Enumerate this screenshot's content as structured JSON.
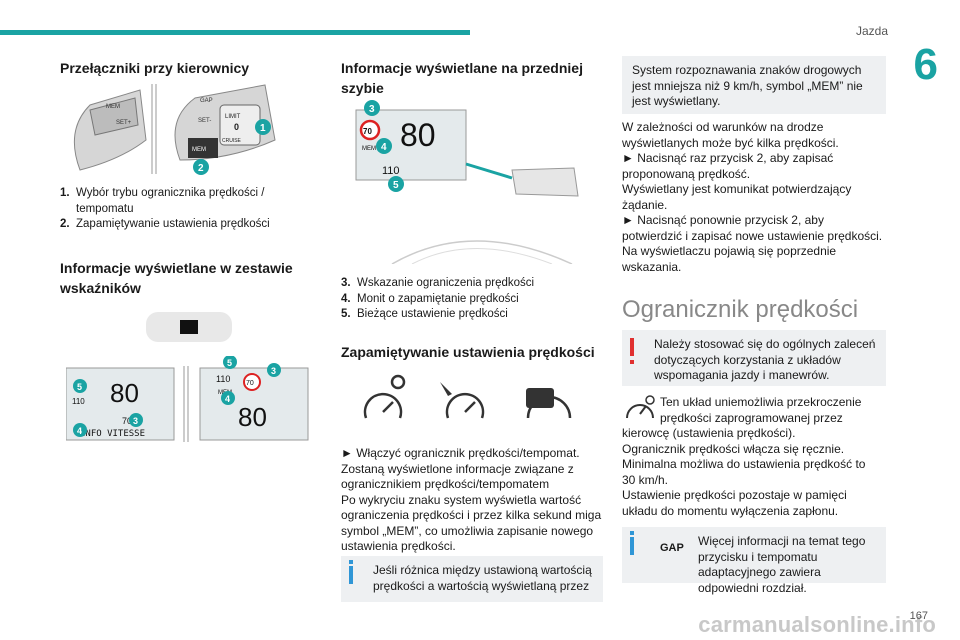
{
  "header": {
    "section": "Jazda",
    "chapter": "6",
    "page": "167"
  },
  "watermark": "carmanualsonline.info",
  "col1": {
    "h_switches": "Przełączniki przy kierownicy",
    "switch_labels": {
      "gap": "GAP",
      "mem": "MEM",
      "set_plus": "SET+",
      "set_minus": "SET-",
      "limit": "LIMIT",
      "cruise": "CRUISE",
      "zero": "0"
    },
    "items": [
      {
        "num": "1.",
        "text": "Wybór trybu ogranicznika prędkości / tempomatu"
      },
      {
        "num": "2.",
        "text": "Zapamiętywanie ustawienia prędkości"
      }
    ],
    "h_cluster": "Informacje wyświetlane w zestawie wskaźników",
    "lcd1": {
      "speed": "80",
      "set": "110",
      "small": "70",
      "text": "INFO VITESSE"
    },
    "lcd2": {
      "set": "110",
      "mem": "MEM",
      "sign": "70",
      "speed": "80"
    }
  },
  "col2": {
    "h_hud": "Informacje wyświetlane na przedniej szybie",
    "hud": {
      "sign": "70",
      "speed": "80",
      "mem": "MEM",
      "set": "110"
    },
    "items": [
      {
        "num": "3.",
        "text": "Wskazanie ograniczenia prędkości"
      },
      {
        "num": "4.",
        "text": "Monit o zapamiętanie prędkości"
      },
      {
        "num": "5.",
        "text": "Bieżące ustawienie prędkości"
      }
    ],
    "h_memo": "Zapamiętywanie ustawienia prędkości",
    "para_lines": [
      "► Włączyć ogranicznik prędkości/tempomat.",
      "Zostaną wyświetlone informacje związane z",
      "ogranicznikiem prędkości/tempomatem",
      "Po wykryciu znaku system wyświetla wartość",
      "ograniczenia prędkości i przez kilka sekund miga",
      "symbol „MEM”, co umożliwia zapisanie nowego",
      "ustawienia prędkości."
    ],
    "info_box": "Jeśli różnica między ustawioną wartością prędkości a wartością wyświetlaną przez"
  },
  "col3": {
    "top_box": "System rozpoznawania znaków drogowych jest mniejsza niż 9 km/h, symbol „MEM” nie jest wyświetlany.",
    "para_lines": [
      "W zależności od warunków na drodze",
      "wyświetlanych może być kilka prędkości.",
      "► Nacisnąć raz przycisk 2, aby zapisać",
      "proponowaną prędkość.",
      "Wyświetlany jest komunikat potwierdzający",
      "żądanie.",
      "► Nacisnąć ponownie przycisk 2, aby",
      "potwierdzić i zapisać nowe ustawienie prędkości.",
      "Na wyświetlaczu pojawią się poprzednie",
      "wskazania."
    ],
    "section_title": "Ogranicznik prędkości",
    "warn_box": "Należy stosować się do ogólnych zaleceń dotyczących korzystania z układów wspomagania jazdy i manewrów.",
    "lim_lines": [
      "Ten układ uniemożliwia przekroczenie",
      "prędkości zaprogramowanej przez",
      "kierowcę (ustawienia prędkości).",
      "Ogranicznik prędkości włącza się ręcznie.",
      "Minimalna możliwa do ustawienia prędkość to",
      "30 km/h.",
      "Ustawienie prędkości pozostaje w pamięci",
      "układu do momentu wyłączenia zapłonu."
    ],
    "gap_box": "Więcej informacji na temat tego przycisku i tempomatu adaptacyjnego zawiera odpowiedni rozdział.",
    "gap_label": "GAP"
  }
}
